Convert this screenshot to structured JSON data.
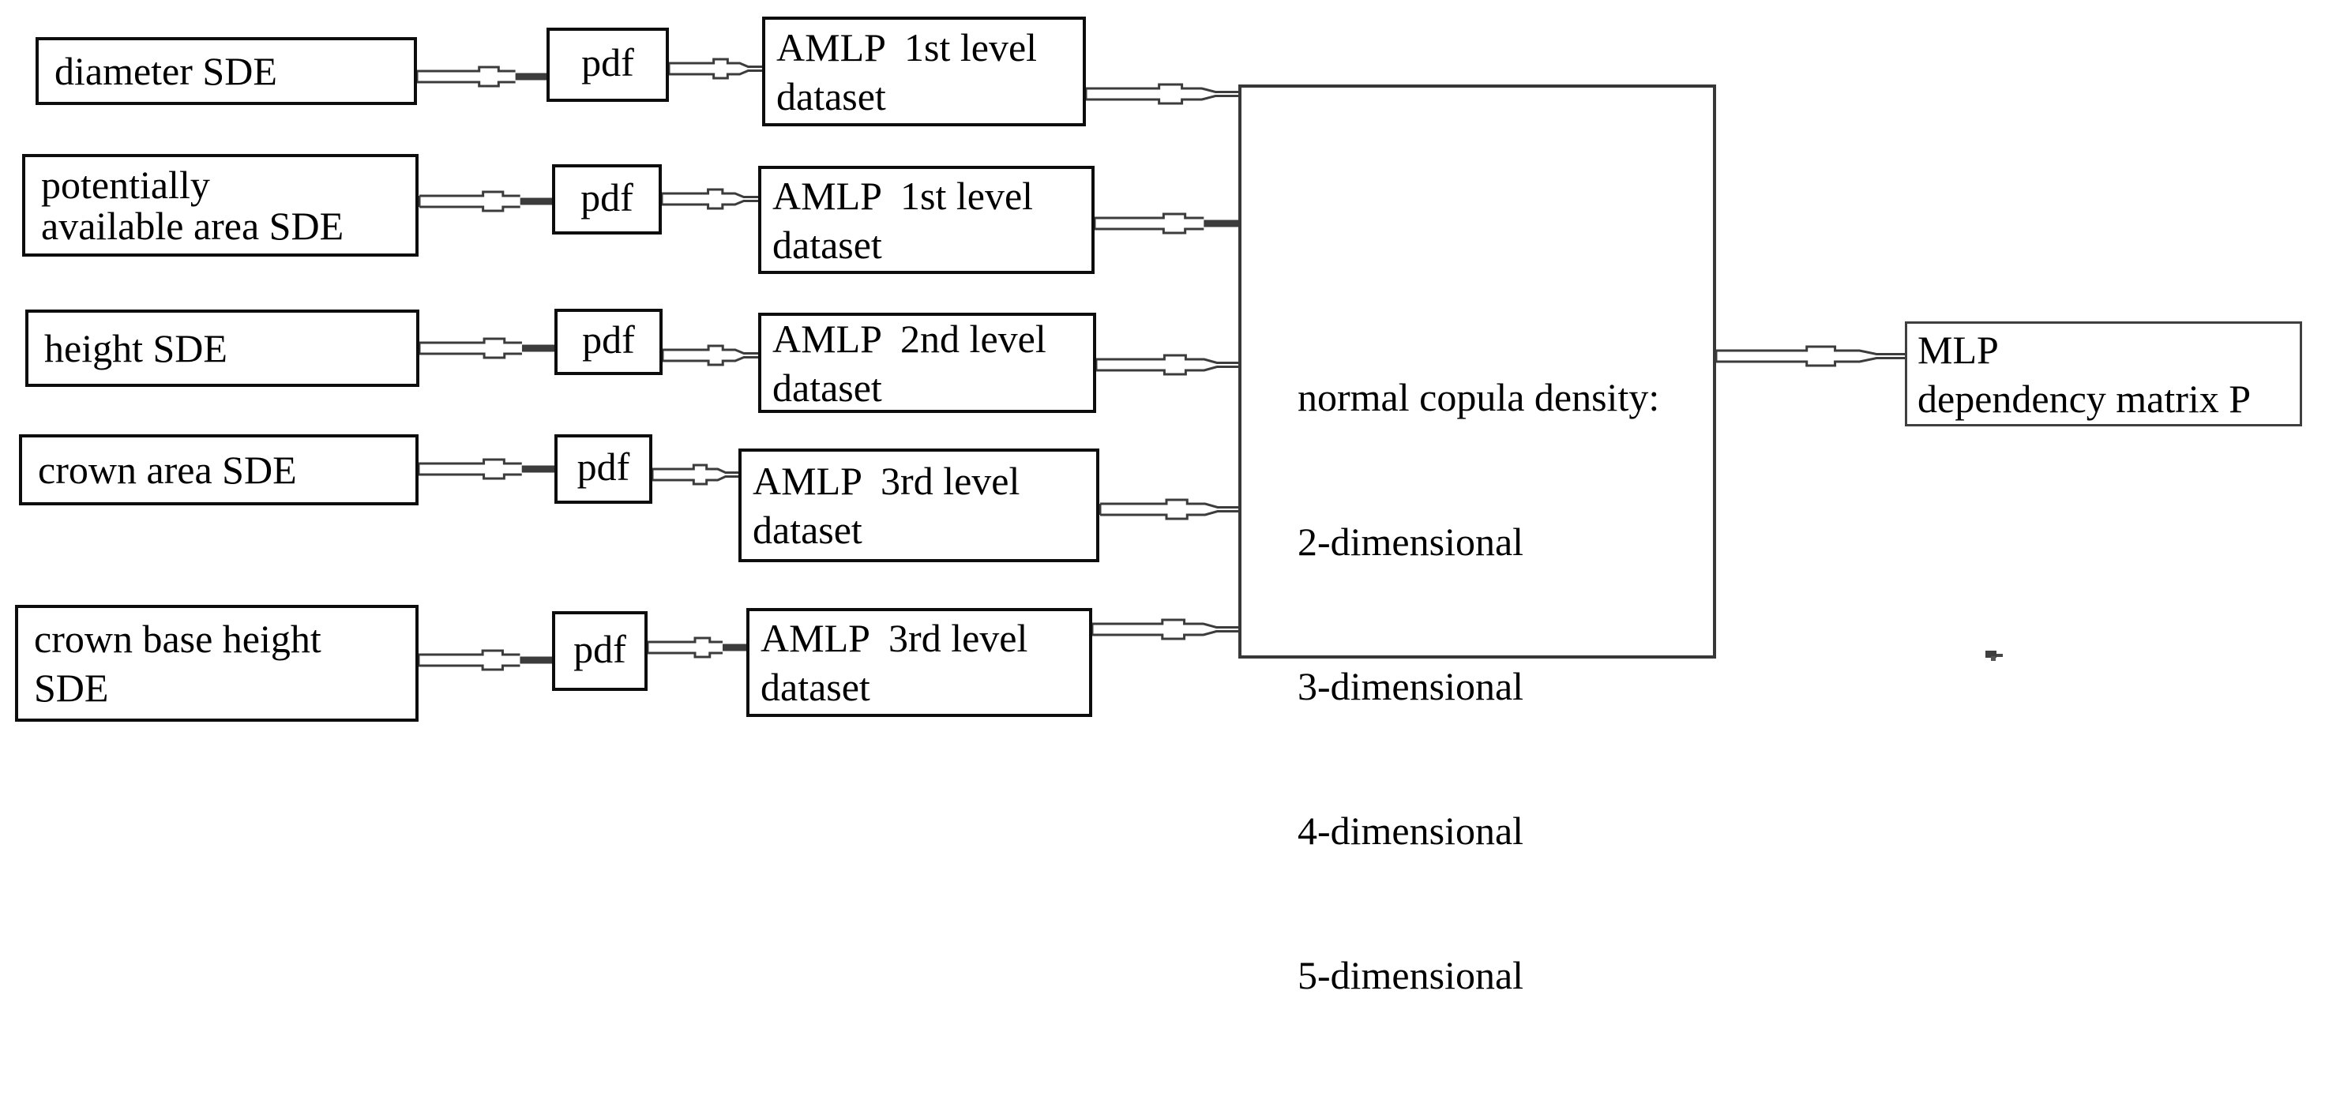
{
  "diagram": {
    "background_color": "#ffffff",
    "line_color": "#3c3c3c",
    "box_border_color": "#0d0d0d",
    "text_color": "#000000",
    "nodes": {
      "sde_boxes": [
        {
          "id": "diameter-sde",
          "label_lines": [
            "diameter SDE",
            ""
          ]
        },
        {
          "id": "pa-area-sde",
          "label_lines": [
            "potentially",
            "available area SDE"
          ]
        },
        {
          "id": "height-sde",
          "label_lines": [
            "height SDE",
            ""
          ]
        },
        {
          "id": "crown-area-sde",
          "label_lines": [
            "crown area SDE",
            ""
          ]
        },
        {
          "id": "cbh-sde",
          "label_lines": [
            "crown base height",
            "SDE"
          ]
        }
      ],
      "pdf_boxes": [
        {
          "id": "pdf-1",
          "label": "pdf"
        },
        {
          "id": "pdf-2",
          "label": "pdf"
        },
        {
          "id": "pdf-3",
          "label": "pdf"
        },
        {
          "id": "pdf-4",
          "label": "pdf"
        },
        {
          "id": "pdf-5",
          "label": "pdf"
        }
      ],
      "amlp_boxes": [
        {
          "id": "amlp-1",
          "label_lines": [
            "AMLP  1st level",
            "dataset"
          ]
        },
        {
          "id": "amlp-2",
          "label_lines": [
            "AMLP  1st level",
            "dataset"
          ]
        },
        {
          "id": "amlp-3",
          "label_lines": [
            "AMLP  2nd level",
            "dataset"
          ]
        },
        {
          "id": "amlp-4",
          "label_lines": [
            "AMLP  3rd level",
            "dataset"
          ]
        },
        {
          "id": "amlp-5",
          "label_lines": [
            "AMLP  3rd level",
            "dataset"
          ]
        }
      ],
      "copula_box": {
        "id": "copula",
        "title": "normal copula density:",
        "items": [
          "2-dimensional",
          "3-dimensional",
          "4-dimensional",
          "5-dimensional"
        ]
      },
      "mlp_box": {
        "id": "mlp",
        "label_lines": [
          "MLP",
          "dependency matrix P"
        ]
      }
    },
    "edges": [
      {
        "from": "diameter-sde",
        "to": "pdf-1"
      },
      {
        "from": "pdf-1",
        "to": "amlp-1"
      },
      {
        "from": "amlp-1",
        "to": "copula"
      },
      {
        "from": "pa-area-sde",
        "to": "pdf-2"
      },
      {
        "from": "pdf-2",
        "to": "amlp-2"
      },
      {
        "from": "amlp-2",
        "to": "copula"
      },
      {
        "from": "height-sde",
        "to": "pdf-3"
      },
      {
        "from": "pdf-3",
        "to": "amlp-3"
      },
      {
        "from": "amlp-3",
        "to": "copula"
      },
      {
        "from": "crown-area-sde",
        "to": "pdf-4"
      },
      {
        "from": "pdf-4",
        "to": "amlp-4"
      },
      {
        "from": "amlp-4",
        "to": "copula"
      },
      {
        "from": "cbh-sde",
        "to": "pdf-5"
      },
      {
        "from": "pdf-5",
        "to": "amlp-5"
      },
      {
        "from": "amlp-5",
        "to": "copula"
      },
      {
        "from": "copula",
        "to": "mlp"
      }
    ],
    "artifact_mark": "tiny gray smudge near bottom right"
  }
}
